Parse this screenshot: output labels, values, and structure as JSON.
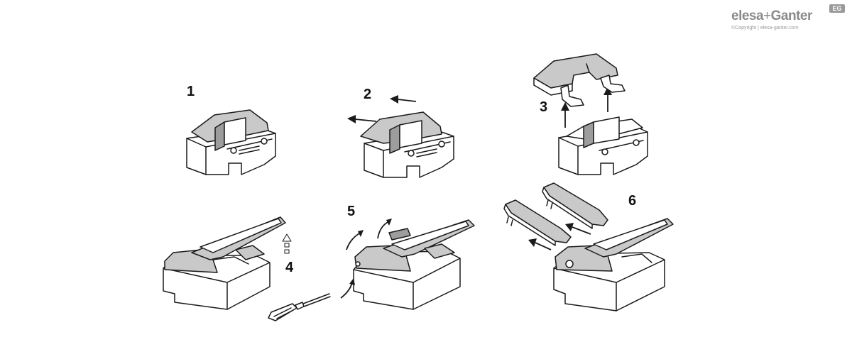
{
  "logo": {
    "brand_left": "elesa",
    "brand_plus": "+",
    "brand_right": "Ganter",
    "badge": "EG",
    "copyright": "©Copyright | elesa-ganter.com"
  },
  "steps": [
    {
      "number": "1"
    },
    {
      "number": "2"
    },
    {
      "number": "3"
    },
    {
      "number": "4"
    },
    {
      "number": "5"
    },
    {
      "number": "6"
    }
  ]
}
